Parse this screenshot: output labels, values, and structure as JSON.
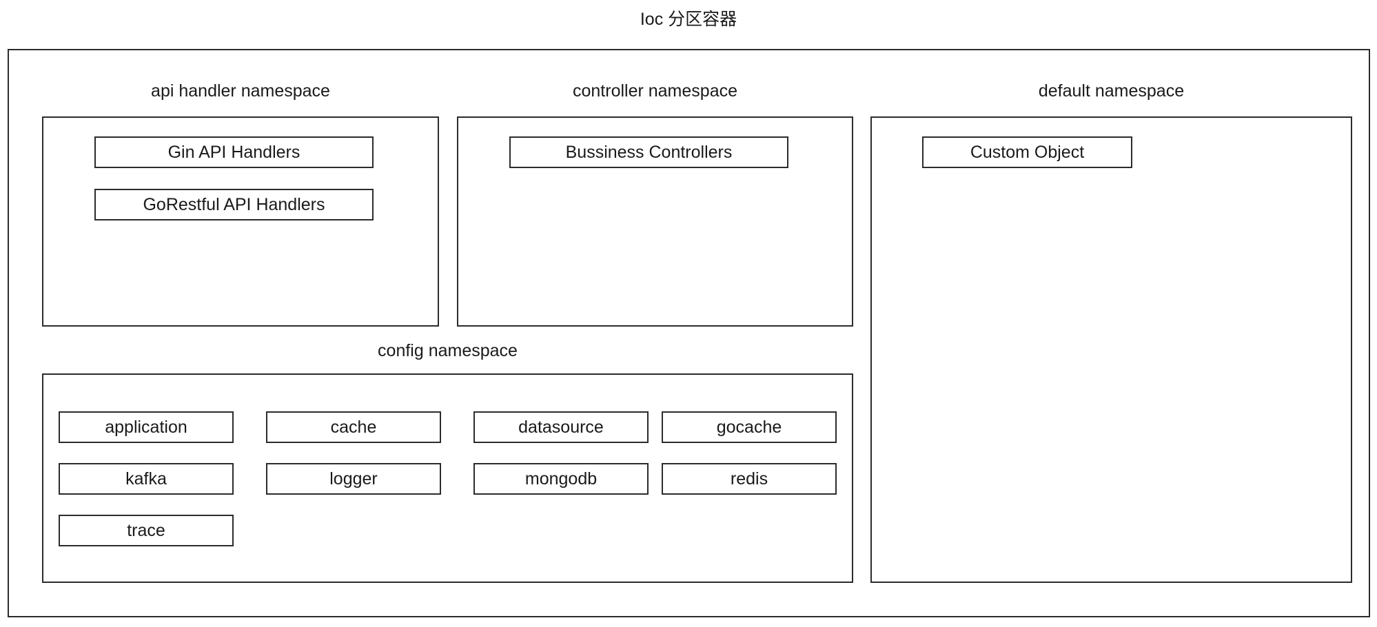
{
  "diagram": {
    "title": "Ioc 分区容器",
    "container_name": "ioc-partition-container"
  },
  "namespaces": [
    {
      "id": "api-handler",
      "label": "api handler namespace",
      "items": [
        {
          "label": "Gin API Handlers"
        },
        {
          "label": "GoRestful API Handlers"
        }
      ]
    },
    {
      "id": "controller",
      "label": "controller namespace",
      "items": [
        {
          "label": "Bussiness Controllers"
        }
      ]
    },
    {
      "id": "default",
      "label": "default namespace",
      "items": [
        {
          "label": "Custom Object"
        }
      ]
    },
    {
      "id": "config",
      "label": "config namespace",
      "items": [
        {
          "label": "application"
        },
        {
          "label": "cache"
        },
        {
          "label": "datasource"
        },
        {
          "label": "gocache"
        },
        {
          "label": "kafka"
        },
        {
          "label": "logger"
        },
        {
          "label": "mongodb"
        },
        {
          "label": "redis"
        },
        {
          "label": "trace"
        }
      ]
    }
  ],
  "style": {
    "stroke_color": "#2b2b2b",
    "text_color": "#1a1a1a",
    "background_color": "#ffffff"
  }
}
